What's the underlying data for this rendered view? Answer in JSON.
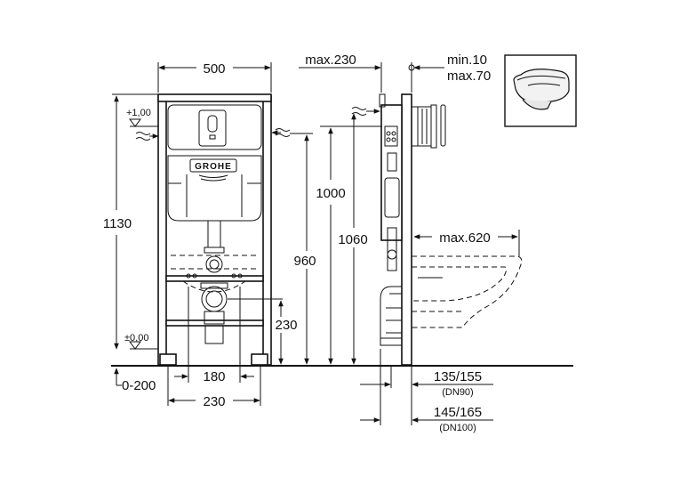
{
  "logo": {
    "text": "GROHE"
  },
  "front_view": {
    "width_label": "500",
    "height_label": "1130",
    "level_top": "+1,00",
    "level_bottom": "±0,00",
    "adjust_label": "0-200",
    "bolt_spacing": "180",
    "foot_spacing": "230",
    "drain_height": "230"
  },
  "side_view": {
    "max_depth": "max.230",
    "wall_min": "min.10",
    "wall_max": "max.70",
    "h1000": "1000",
    "h960": "960",
    "h1060": "1060",
    "bowl_projection": "max.620",
    "pipe_90": "135/155",
    "pipe_90_dn": "(DN90)",
    "pipe_100": "145/165",
    "pipe_100_dn": "(DN100)"
  }
}
